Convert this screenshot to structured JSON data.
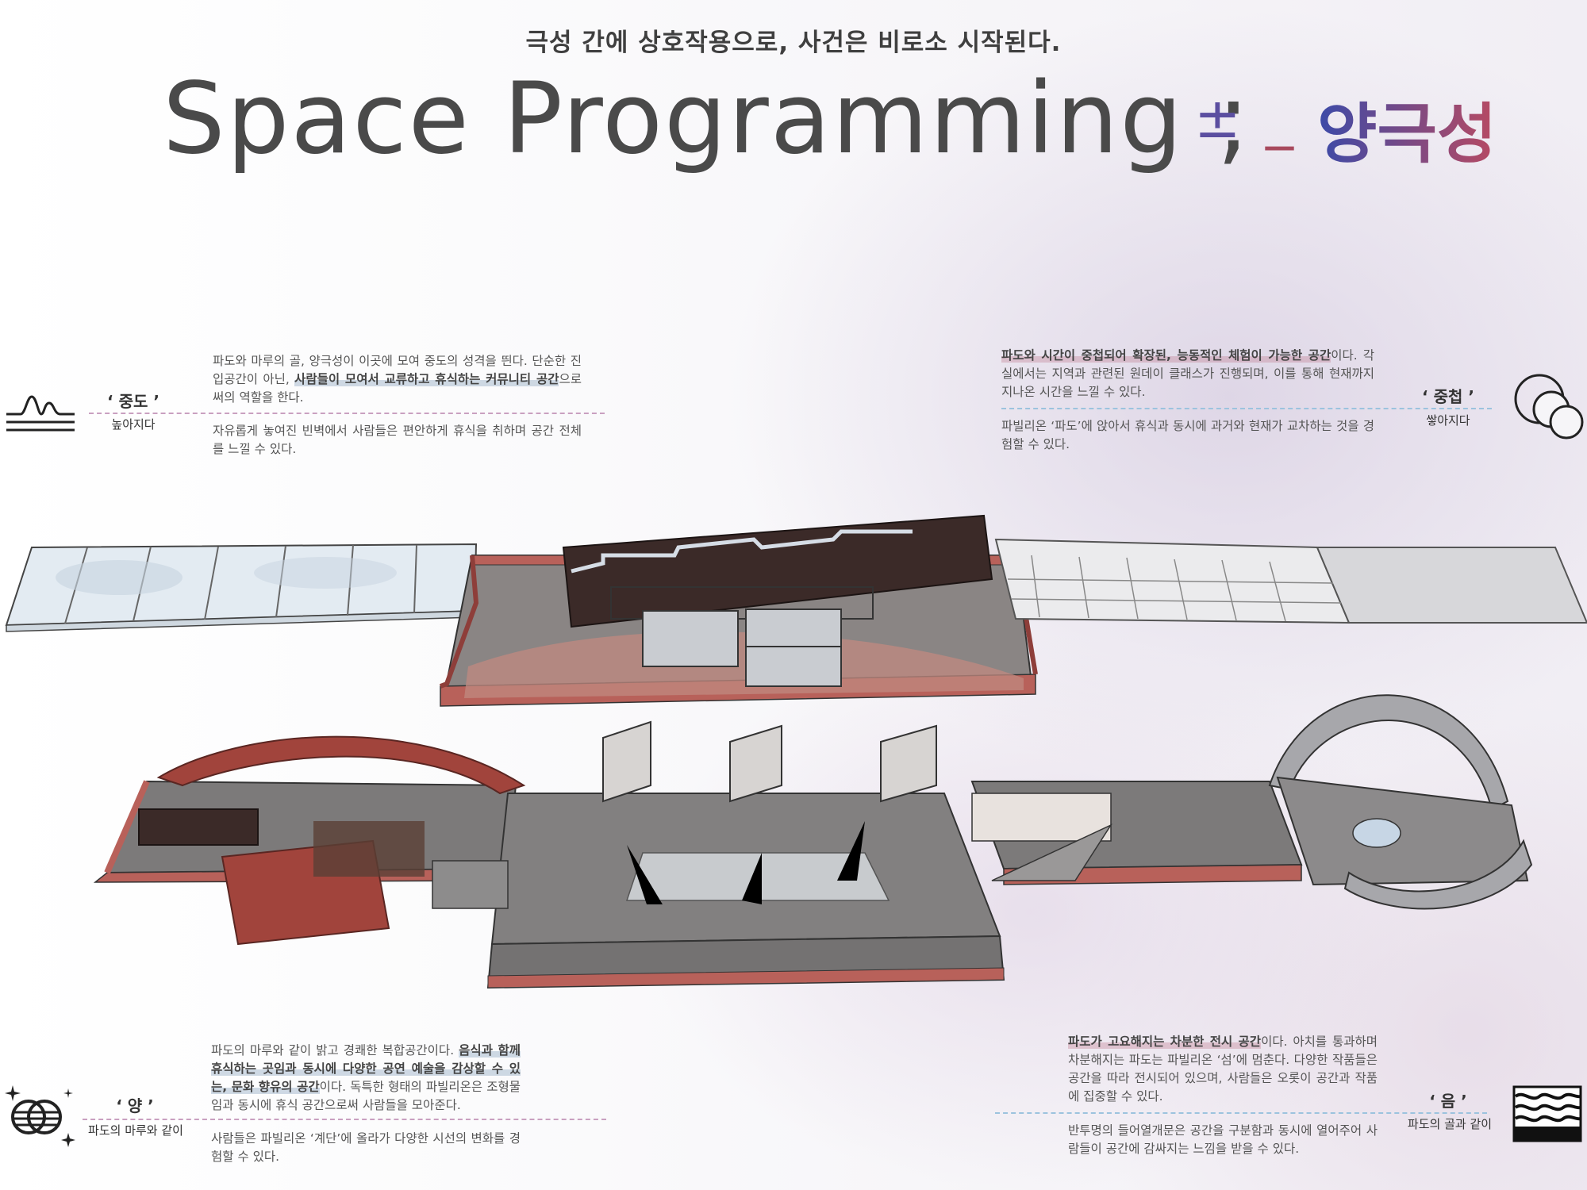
{
  "header": {
    "subtitle": "극성 간에 상호작용으로, 사건은 비로소 시작된다.",
    "title": "Space Programming ;",
    "plus_minus": "±",
    "underscore": "_",
    "polarity": "양극성"
  },
  "sections": {
    "jungdo": {
      "keyword": "‘ 중도 ’",
      "meaning": "높아지다",
      "p1_a": "파도와 마루의 골, 양극성이 이곳에 모여 중도의 성격을 띈다. 단순한 진입공간이 아닌, ",
      "p1_hl": "사람들이 모여서 교류하고 휴식하는 커뮤니티 공간",
      "p1_b": "으로써의 역할을 한다.",
      "p2": "자유롭게 놓여진 빈벽에서 사람들은 편안하게 휴식을 취하며 공간 전체를 느낄 수 있다."
    },
    "jungcheop": {
      "keyword": "‘ 중첩 ’",
      "meaning": "쌓아지다",
      "p1_hl": "파도와 시간이 중첩되어 확장된, 능동적인 체험이 가능한 공간",
      "p1_b": "이다. 각 실에서는 지역과 관련된 원데이 클래스가 진행되며, 이를 통해 현재까지 지나온 시간을 느낄 수 있다.",
      "p2": "파빌리온 ‘파도’에 앉아서 휴식과 동시에 과거와 현재가 교차하는 것을 경험할 수 있다."
    },
    "yang": {
      "keyword": "‘ 양 ’",
      "meaning": "파도의 마루와 같이",
      "p1_a": "파도의 마루와 같이 밝고 경쾌한 복합공간이다. ",
      "p1_hl": "음식과 함께 휴식하는 곳임과 동시에 다양한 공연 예술을 감상할 수 있는, 문화 향유의 공간",
      "p1_b": "이다. 독특한 형태의 파빌리온은 조형물임과 동시에 휴식 공간으로써 사람들을 모아준다.",
      "p2": "사람들은 파빌리온 ‘계단’에 올라가 다양한 시선의 변화를 경험할 수 있다."
    },
    "eum": {
      "keyword": "‘ 음 ’",
      "meaning": "파도의 골과 같이",
      "p1_hl": "파도가 고요해지는 차분한 전시 공간",
      "p1_b": "이다. 아치를 통과하며 차분해지는 파도는 파빌리온 ‘섬’에 멈춘다. 다양한 작품들은 공간을 따라 전시되어 있으며, 사람들은 오롯이 공간과 작품에 집중할 수 있다.",
      "p2": "반투명의 들어열개문은 공간을 구분함과 동시에 열어주어 사람들이 공간에 감싸지는 느낌을 받을 수 있다."
    }
  },
  "colors": {
    "brick": "#b8615a",
    "brick_dark": "#8e3e3a",
    "floor": "#7a7a7a",
    "dark_wall": "#3b2a28",
    "glass": "#e3ebf2",
    "text": "#555555",
    "dash_pink": "#c9a0c0",
    "dash_blue": "#9cc3de"
  },
  "icons": {
    "jungdo": "wave-rise-icon",
    "jungcheop": "overlapping-circles-icon",
    "yang": "venn-sparkle-icon",
    "eum": "wave-lines-icon"
  }
}
